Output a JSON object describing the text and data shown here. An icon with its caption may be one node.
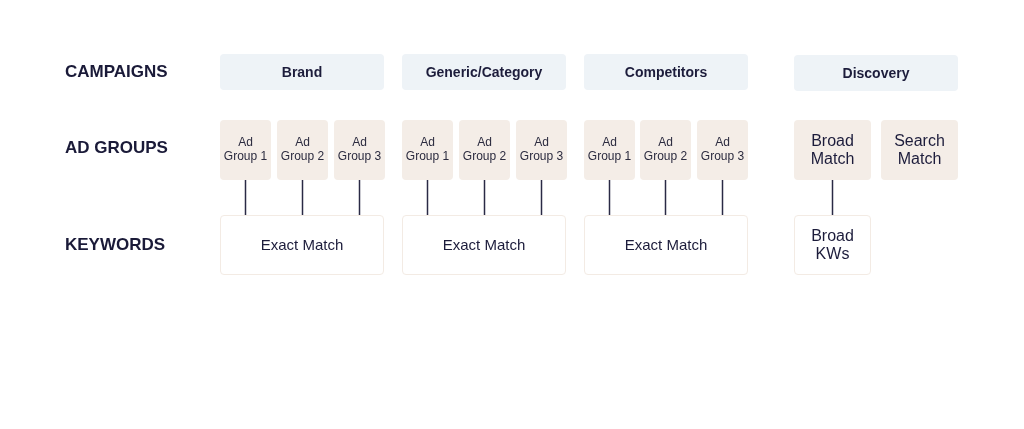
{
  "diagram": {
    "nodes": [
      {
        "text": [
          "Brand"
        ]
      },
      {
        "text": [
          "Generic/Category"
        ]
      },
      {
        "text": [
          "Competitors"
        ]
      },
      {
        "text": [
          "Discovery"
        ]
      },
      {
        "text": [
          "Ad Group 1"
        ]
      },
      {
        "text": [
          "Ad Group 2"
        ]
      },
      {
        "text": [
          "Ad Group 3"
        ]
      },
      {
        "text": [
          "Ad Group 1"
        ]
      },
      {
        "text": [
          "Ad Group 2"
        ]
      },
      {
        "text": [
          "Ad Group 3"
        ]
      },
      {
        "text": [
          "Ad Group 1"
        ]
      },
      {
        "text": [
          "Ad Group 2"
        ]
      },
      {
        "text": [
          "Ad Group 3"
        ]
      },
      {
        "text": [
          "Broad Match"
        ]
      },
      {
        "text": [
          "Search Match"
        ]
      },
      {
        "text": [
          "Exact Match"
        ]
      },
      {
        "text": [
          "Exact Match"
        ]
      },
      {
        "text": [
          "Exact Match"
        ]
      },
      {
        "text": [
          "Broad KWs"
        ]
      }
    ],
    "edges": [
      {
        "from": 4,
        "to": 15,
        "arrow": "none"
      },
      {
        "from": 5,
        "to": 15,
        "arrow": "none"
      },
      {
        "from": 6,
        "to": 15,
        "arrow": "none"
      },
      {
        "from": 7,
        "to": 16,
        "arrow": "none"
      },
      {
        "from": 8,
        "to": 16,
        "arrow": "none"
      },
      {
        "from": 9,
        "to": 16,
        "arrow": "none"
      },
      {
        "from": 10,
        "to": 17,
        "arrow": "none"
      },
      {
        "from": 11,
        "to": 17,
        "arrow": "none"
      },
      {
        "from": 12,
        "to": 17,
        "arrow": "none"
      },
      {
        "from": 13,
        "to": 18,
        "arrow": "none"
      }
    ],
    "labels": [
      "CAMPAIGNS",
      "AD GROUPS",
      "KEYWORDS"
    ]
  }
}
